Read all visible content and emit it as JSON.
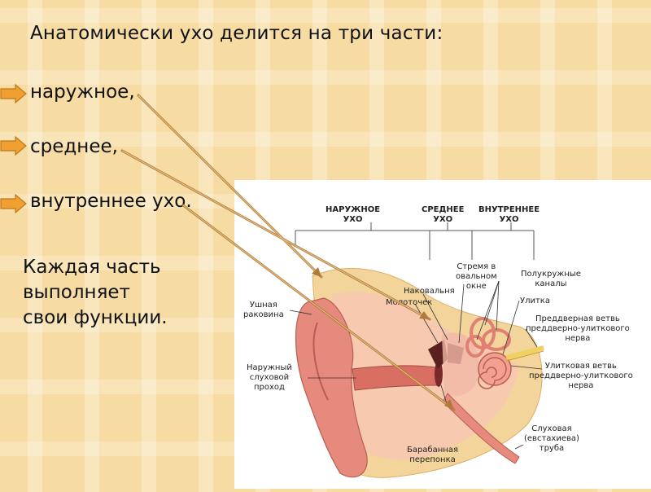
{
  "heading": "Анатомически ухо делится на три части:",
  "bullets": [
    {
      "text": "наружное,"
    },
    {
      "text": "среднее,"
    },
    {
      "text": "внутреннее ухо."
    }
  ],
  "paragraph": {
    "line1": "Каждая часть",
    "line2": "выполняет",
    "line3": "свои функции."
  },
  "colors": {
    "background": "#f6dca3",
    "bullet_arrow": "#f0a030",
    "pointer_arrow": "#c8842f",
    "ear_flesh": "#e58a7c",
    "bone": "#f3d49a"
  },
  "diagram": {
    "headers": {
      "outer": [
        "НАРУЖНОЕ",
        "УХО"
      ],
      "middle": [
        "СРЕДНЕЕ",
        "УХО"
      ],
      "inner": [
        "ВНУТРЕННЕЕ",
        "УХО"
      ]
    },
    "labels": {
      "stapes": [
        "Стремя в",
        "овальном",
        "окне"
      ],
      "canals": [
        "Полукружные",
        "каналы"
      ],
      "incus": "Наковальня",
      "malleus": "Молоточек",
      "cochlea": "Улитка",
      "auricle": [
        "Ушная",
        "раковина"
      ],
      "vestibular_branch": [
        "Преддверная ветвь",
        "преддверно-улиткового",
        "нерва"
      ],
      "ear_canal": [
        "Наружный",
        "слуховой",
        "проход"
      ],
      "cochlear_branch": [
        "Улитковая ветвь",
        "преддверно-улиткового",
        "нерва"
      ],
      "eustachian": [
        "Слуховая",
        "(евстахиева)",
        "труба"
      ],
      "eardrum": [
        "Барабанная",
        "перепонка"
      ]
    }
  }
}
